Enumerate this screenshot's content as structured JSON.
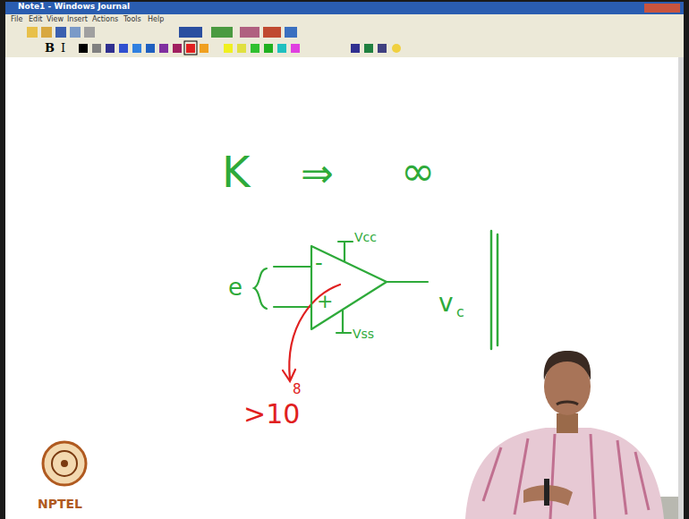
{
  "diagram": {
    "nodes": [
      {
        "text": [
          "-",
          "+"
        ]
      }
    ],
    "labels": [
      "Note1 - Windows Journal",
      "File",
      "Edit",
      "View",
      "Insert",
      "Actions",
      "Tools",
      "Help",
      "B",
      "I",
      "K",
      "⇒",
      "∞",
      "e",
      "Vcc",
      "Vss",
      "v",
      "c",
      ">10",
      "8",
      "NPTEL"
    ]
  }
}
